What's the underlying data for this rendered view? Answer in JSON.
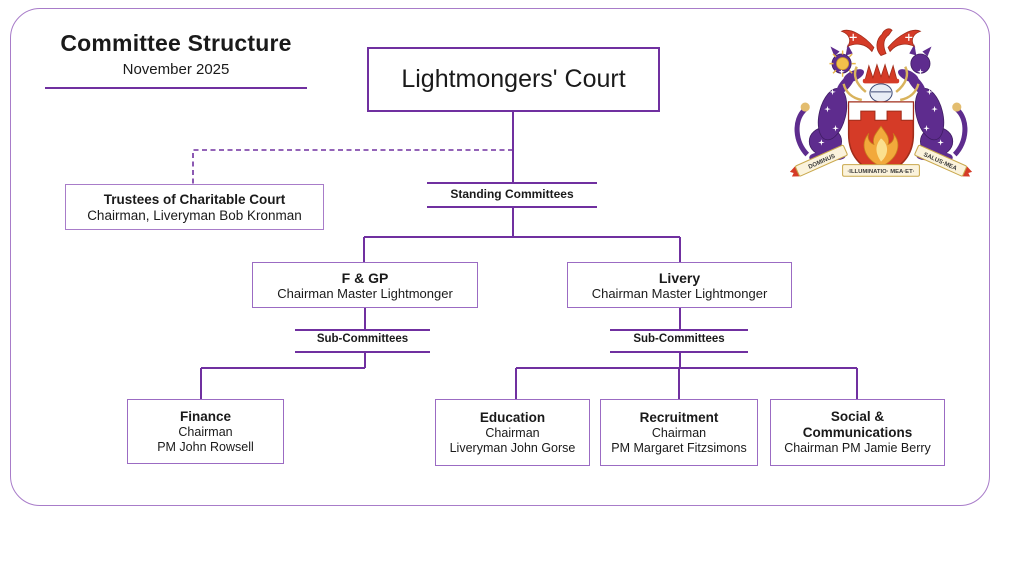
{
  "header": {
    "title": "Committee Structure",
    "subtitle": "November 2025"
  },
  "org": {
    "root": {
      "title": "Lightmongers' Court"
    },
    "trustees": {
      "title": "Trustees of Charitable Court",
      "subtitle": "Chairman, Liveryman Bob Kronman"
    },
    "standing_committees_label": "Standing Committees",
    "committees": [
      {
        "title": "F & GP",
        "chair": "Chairman Master Lightmonger",
        "sub_label": "Sub-Committees"
      },
      {
        "title": "Livery",
        "chair": "Chairman Master Lightmonger",
        "sub_label": "Sub-Committees"
      }
    ],
    "subcommittees": [
      {
        "title": "Finance",
        "line1": "Chairman",
        "line2": "PM John Rowsell"
      },
      {
        "title": "Education",
        "line1": "Chairman",
        "line2": "Liveryman John Gorse"
      },
      {
        "title": "Recruitment",
        "line1": "Chairman",
        "line2": "PM Margaret Fitzsimons"
      },
      {
        "title": "Social & Communications",
        "line1": "Chairman PM Jamie Berry"
      }
    ]
  },
  "crest": {
    "motto_left": "DOMINUS",
    "motto_center": "·ILLUMINATIO· MEA·ET·",
    "motto_right": "SALUS·MEA"
  },
  "colors": {
    "connector_purple": "#7030A0",
    "light_border_purple": "#9b6bc3",
    "frame_purple": "#a87cc9",
    "crest_purple": "#5E2C8E",
    "crest_red": "#D53B27",
    "crest_gold": "#F2A93B",
    "text": "#1a1a1a"
  }
}
